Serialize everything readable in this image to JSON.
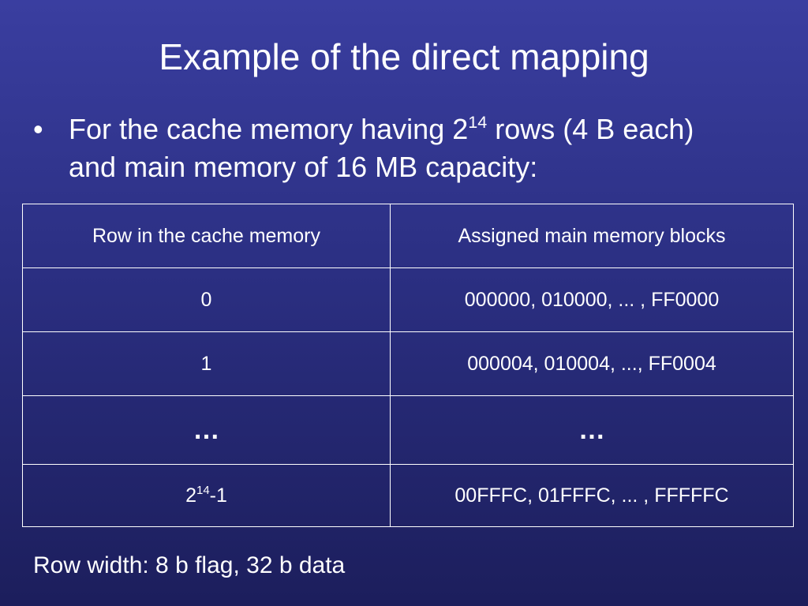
{
  "slide": {
    "title": "Example of the direct mapping",
    "bullet": {
      "marker": "•",
      "line1_pre": "For the cache memory having 2",
      "line1_sup": "14",
      "line1_post": " rows (4 B each)",
      "line2": "and main memory of 16 MB capacity:"
    },
    "table": {
      "headers": [
        "Row in the cache memory",
        "Assigned main memory blocks"
      ],
      "rows": [
        {
          "row": "0",
          "blocks": "000000, 010000, ... , FF0000"
        },
        {
          "row": "1",
          "blocks": "000004, 010004, ..., FF0004"
        },
        {
          "row": "…",
          "blocks": "…"
        }
      ],
      "last_row": {
        "row_base": "2",
        "row_sup": "14",
        "row_suffix": "-1",
        "blocks": "00FFFC, 01FFFC, ... , FFFFFC"
      }
    },
    "footer": "Row width: 8 b flag, 32 b data",
    "colors": {
      "background_top": "#3a3ea0",
      "background_bottom": "#1c1e5c",
      "text": "#ffffff",
      "table_border": "#ffffff"
    }
  }
}
